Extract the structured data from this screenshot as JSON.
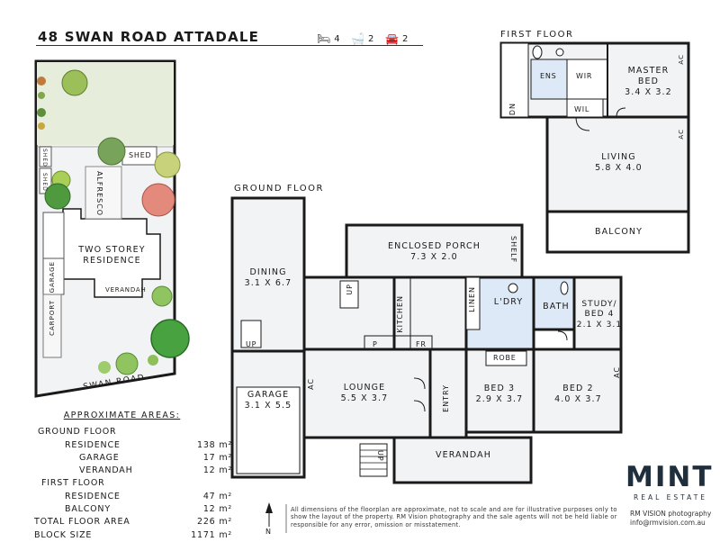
{
  "header": {
    "title": "48 SWAN ROAD ATTADALE"
  },
  "features": [
    {
      "icon": "bed-icon",
      "count": "4"
    },
    {
      "icon": "bath-icon",
      "count": "2"
    },
    {
      "icon": "car-icon",
      "count": "2"
    }
  ],
  "floors": {
    "ground": "GROUND FLOOR",
    "first": "FIRST FLOOR"
  },
  "site_plan": {
    "residence": [
      "TWO STOREY",
      "RESIDENCE"
    ],
    "alfresco": "ALFRESCO",
    "shed": "SHED",
    "shed2": "SHED",
    "shed3": "SHED",
    "garage": "GARAGE",
    "carport": "CARPORT",
    "verandah": "VERANDAH",
    "road": "SWAN ROAD"
  },
  "rooms": {
    "dining": {
      "name": "DINING",
      "dims": "3.1 X 6.7"
    },
    "garage": {
      "name": "GARAGE",
      "dims": "3.1 X 5.5"
    },
    "porch": {
      "name": "ENCLOSED PORCH",
      "dims": "7.3 X 2.0"
    },
    "lounge": {
      "name": "LOUNGE",
      "dims": "5.5 X 3.7"
    },
    "kitchen": "KITCHEN",
    "linen": "LINEN",
    "laundry": "L'DRY",
    "bath": "BATH",
    "study": {
      "name": "STUDY/",
      "name2": "BED 4",
      "dims": "2.1 X 3.1"
    },
    "bed3": {
      "name": "BED 3",
      "dims": "2.9 X 3.7"
    },
    "bed2": {
      "name": "BED 2",
      "dims": "4.0 X 3.7"
    },
    "robe": "ROBE",
    "entry": "ENTRY",
    "verandah": "VERANDAH",
    "shelf": "SHELF",
    "p": "P",
    "fr": "FR",
    "ac1": "AC",
    "ac2": "AC",
    "up1": "UP",
    "up2": "UP",
    "up3": "UP",
    "master": {
      "name": "MASTER",
      "name2": "BED",
      "dims": "3.4 X 3.2"
    },
    "living": {
      "name": "LIVING",
      "dims": "5.8 X 4.0"
    },
    "balcony": "BALCONY",
    "ens": "ENS",
    "wir": "WIR",
    "wil": "WIL",
    "dn": "DN",
    "ac3": "AC",
    "ac4": "AC"
  },
  "areas": {
    "heading": "APPROXIMATE AREAS:",
    "rows": [
      {
        "label": "GROUND FLOOR",
        "value": "",
        "indent": 0
      },
      {
        "label": "RESIDENCE",
        "value": "138 m²",
        "indent": 2
      },
      {
        "label": "GARAGE",
        "value": "17 m²",
        "indent": 3
      },
      {
        "label": "VERANDAH",
        "value": "12 m²",
        "indent": 3
      },
      {
        "label": "FIRST FLOOR",
        "value": "",
        "indent": 1
      },
      {
        "label": "RESIDENCE",
        "value": "47 m²",
        "indent": 2
      },
      {
        "label": "BALCONY",
        "value": "12 m²",
        "indent": 2
      },
      {
        "label": "TOTAL FLOOR AREA",
        "value": "226 m²",
        "indent": 0
      },
      {
        "label": "BLOCK SIZE",
        "value": "1171 m²",
        "indent": 0
      }
    ]
  },
  "north": "N",
  "disclaimer": "All dimensions of the floorplan are approximate, not to scale and are for illustrative purposes only to show the layout of the property. RM Vision photography and the sale agents will not be held liable or responsible for any error, omission or misstatement.",
  "brand": {
    "name": "MINT",
    "sub": "REAL ESTATE"
  },
  "credits": {
    "line1": "RM VISION photography",
    "line2": "info@rmvision.com.au"
  },
  "colors": {
    "wall": "#1a1a1a",
    "wet_area": "#dde9f7",
    "lawn": "#e6eedb",
    "paving": "#eef0f2",
    "brand": "#1f2e3d"
  }
}
